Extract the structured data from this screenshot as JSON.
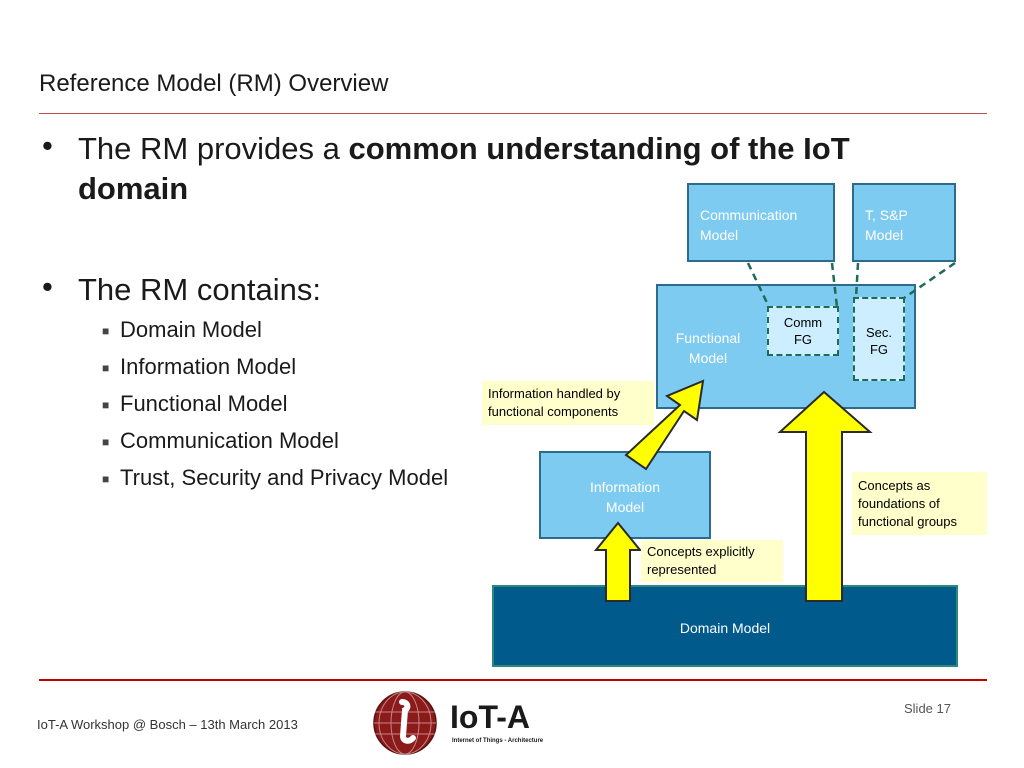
{
  "slide": {
    "title": "Reference Model (RM) Overview",
    "bullets": {
      "b1_pre": "The RM provides a ",
      "b1_bold_line1": "common understanding of the IoT",
      "b1_bold_line2": "domain",
      "b2": "The RM contains:"
    },
    "sub_items": [
      "Domain Model",
      "Information Model",
      "Functional Model",
      "Communication Model",
      "Trust, Security and Privacy Model"
    ],
    "diagram": {
      "communication_model": [
        "Communication",
        "Model"
      ],
      "tsp_model": [
        "T, S&P",
        "Model"
      ],
      "functional_model": [
        "Functional",
        "Model"
      ],
      "comm_fg": [
        "Comm",
        "FG"
      ],
      "sec_fg": [
        "Sec.",
        "FG"
      ],
      "information_model": [
        "Information",
        "Model"
      ],
      "domain_model": "Domain Model",
      "note_info_handled": [
        "Information handled by",
        "functional components"
      ],
      "note_concepts_foundations": [
        "Concepts as",
        "foundations of",
        "functional groups"
      ],
      "note_concepts_explicit": [
        "Concepts explicitly",
        "represented"
      ]
    },
    "footer": "IoT-A Workshop @ Bosch – 13th March 2013",
    "slide_number": "Slide 17",
    "logo": {
      "text": "IoT-A",
      "tagline": "Internet of Things - Architecture"
    },
    "colors": {
      "accent_red": "#c00000",
      "box_light_blue": "#7ecbf2",
      "domain_blue": "#005a8c",
      "arrow_yellow": "#ffff00"
    }
  }
}
